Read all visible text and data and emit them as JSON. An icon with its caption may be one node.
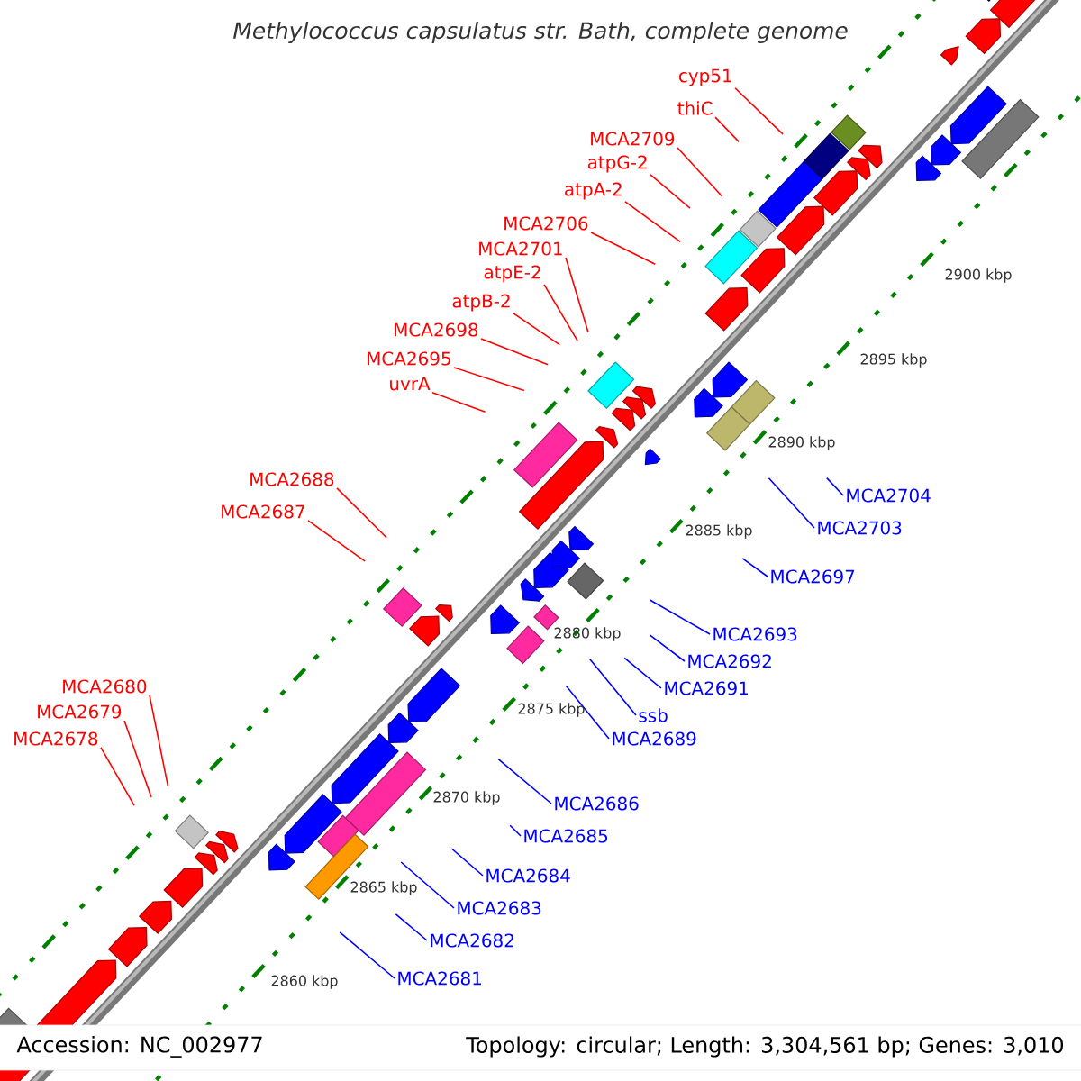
{
  "diagram": {
    "title": "Methylococcus capsulatus str. Bath, complete genome",
    "nodes": [
      {
        "text": [
          "cyp51"
        ]
      },
      {
        "text": [
          "thiC"
        ]
      },
      {
        "text": [
          "MCA2709"
        ]
      },
      {
        "text": [
          "atpG-2"
        ]
      },
      {
        "text": [
          "atpA-2"
        ]
      },
      {
        "text": [
          "MCA2706"
        ]
      },
      {
        "text": [
          "MCA2701"
        ]
      },
      {
        "text": [
          "atpE-2"
        ]
      },
      {
        "text": [
          "atpB-2"
        ]
      },
      {
        "text": [
          "MCA2698"
        ]
      },
      {
        "text": [
          "MCA2695"
        ]
      },
      {
        "text": [
          "uvrA"
        ]
      },
      {
        "text": [
          "MCA2688"
        ]
      },
      {
        "text": [
          "MCA2687"
        ]
      },
      {
        "text": [
          "MCA2680"
        ]
      },
      {
        "text": [
          "MCA2679"
        ]
      },
      {
        "text": [
          "MCA2678"
        ]
      },
      {
        "text": [
          "MCA2704"
        ]
      },
      {
        "text": [
          "MCA2703"
        ]
      },
      {
        "text": [
          "MCA2697"
        ]
      },
      {
        "text": [
          "MCA2693"
        ]
      },
      {
        "text": [
          "MCA2692"
        ]
      },
      {
        "text": [
          "MCA2691"
        ]
      },
      {
        "text": [
          "ssb"
        ]
      },
      {
        "text": [
          "MCA2689"
        ]
      },
      {
        "text": [
          "MCA2686"
        ]
      },
      {
        "text": [
          "MCA2685"
        ]
      },
      {
        "text": [
          "MCA2684"
        ]
      },
      {
        "text": [
          "MCA2683"
        ]
      },
      {
        "text": [
          "MCA2682"
        ]
      },
      {
        "text": [
          "MCA2681"
        ]
      }
    ],
    "edges": [
      {
        "from": 0,
        "to": null,
        "arrow": "none"
      },
      {
        "from": 1,
        "to": null,
        "arrow": "none"
      },
      {
        "from": 2,
        "to": null,
        "arrow": "none"
      },
      {
        "from": 3,
        "to": null,
        "arrow": "none"
      },
      {
        "from": 4,
        "to": null,
        "arrow": "none"
      },
      {
        "from": 5,
        "to": null,
        "arrow": "none"
      },
      {
        "from": 6,
        "to": null,
        "arrow": "none"
      },
      {
        "from": 7,
        "to": null,
        "arrow": "none"
      },
      {
        "from": 8,
        "to": null,
        "arrow": "none"
      },
      {
        "from": 9,
        "to": null,
        "arrow": "none"
      },
      {
        "from": 10,
        "to": null,
        "arrow": "none"
      },
      {
        "from": 11,
        "to": null,
        "arrow": "none"
      },
      {
        "from": 12,
        "to": null,
        "arrow": "none"
      },
      {
        "from": 13,
        "to": null,
        "arrow": "none"
      },
      {
        "from": 14,
        "to": null,
        "arrow": "none"
      },
      {
        "from": 15,
        "to": null,
        "arrow": "none"
      },
      {
        "from": 16,
        "to": null,
        "arrow": "none"
      },
      {
        "from": 17,
        "to": null,
        "arrow": "none",
        "color": "#0000ff"
      },
      {
        "from": 18,
        "to": null,
        "arrow": "none",
        "color": "#0000ff"
      },
      {
        "from": 19,
        "to": null,
        "arrow": "none",
        "color": "#0000ff"
      },
      {
        "from": 20,
        "to": null,
        "arrow": "none",
        "color": "#0000ff"
      },
      {
        "from": 21,
        "to": null,
        "arrow": "none",
        "color": "#0000ff"
      },
      {
        "from": 22,
        "to": null,
        "arrow": "none",
        "color": "#0000ff"
      },
      {
        "from": 23,
        "to": null,
        "arrow": "none",
        "color": "#0000ff"
      },
      {
        "from": 24,
        "to": null,
        "arrow": "none",
        "color": "#0000ff"
      },
      {
        "from": 25,
        "to": null,
        "arrow": "none",
        "color": "#0000ff"
      },
      {
        "from": 26,
        "to": null,
        "arrow": "none",
        "color": "#0000ff"
      },
      {
        "from": 27,
        "to": null,
        "arrow": "none",
        "color": "#0000ff"
      },
      {
        "from": 28,
        "to": null,
        "arrow": "none",
        "color": "#0000ff"
      },
      {
        "from": 29,
        "to": null,
        "arrow": "none",
        "color": "#0000ff"
      },
      {
        "from": 30,
        "to": null,
        "arrow": "none",
        "color": "#0000ff"
      }
    ],
    "labels": [
      "2900 kbp",
      "2895 kbp",
      "2890 kbp",
      "2885 kbp",
      "2880 kbp",
      "2875 kbp",
      "2870 kbp",
      "2865 kbp",
      "2860 kbp",
      "Accession: NC_002977",
      "Topology: circular; Length: 3,304,561 bp; Genes: 3,010"
    ]
  }
}
